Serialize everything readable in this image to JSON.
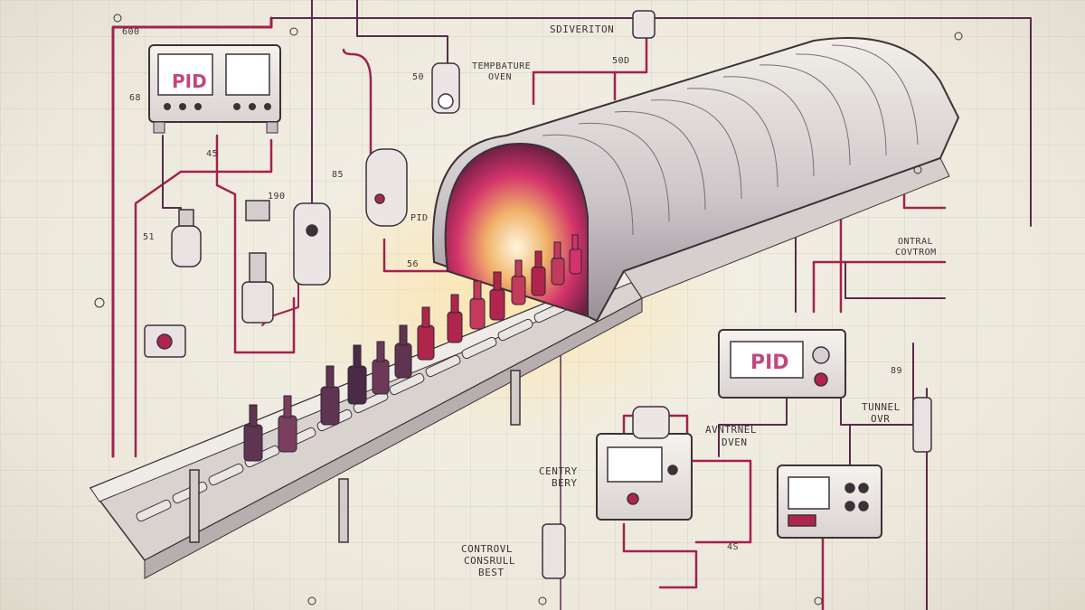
{
  "labels": {
    "top_left_code": "600",
    "top_center": "SDIVERITON",
    "temp_oven_line1": "TEMPBATURE",
    "temp_oven_line2": "OVEN",
    "num_50_left": "50",
    "num_50d": "50D",
    "num_68": "68",
    "num_45": "45",
    "num_190": "190",
    "num_85": "85",
    "pid_small": "PID",
    "num_51": "51",
    "num_56": "56",
    "ontral_line1": "ONTRAL",
    "ontral_line2": "COVTROM",
    "num_89": "89",
    "tunnel_line1": "TUNNEL",
    "tunnel_line2": "OVR",
    "avntrnel_line1": "AVNTRNEL",
    "avntrnel_line2": "DVEN",
    "centry_line1": "CENTRY",
    "centry_line2": "BERY",
    "control_line1": "CONTROVL",
    "control_line2": "CONSRULL",
    "control_line3": "BEST",
    "num_4s": "4S",
    "panel_left_display": "PID",
    "panel_right_display": "PID"
  },
  "colors": {
    "wire": "#a3214f",
    "wire_dark": "#5a2a4e",
    "ink": "#3b3238",
    "grid": "#cfcab9",
    "bottle_red": "#b0254c",
    "bottle_purple": "#5e3450",
    "oven_glow": "#d2336a"
  }
}
